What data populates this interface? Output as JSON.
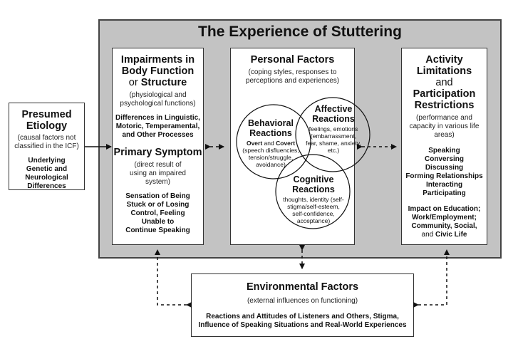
{
  "title": "The Experience of Stuttering",
  "etiology": {
    "heading_line1": "Presumed",
    "heading_line2": "Etiology",
    "note": "(causal factors not classified in the ICF)",
    "detail": "Underlying Genetic and Neurological Differences"
  },
  "impairments": {
    "heading_line1": "Impairments in",
    "heading_line2": "Body Function",
    "heading_or": "or",
    "heading_structure": "Structure",
    "note": "(physiological and psychological functions)",
    "detail": "Differences in Linguistic, Motoric, Temperamental, and Other Processes",
    "primary_heading": "Primary Symptom",
    "primary_note": "(direct result of using an impaired system)",
    "primary_detail": "Sensation of Being Stuck or of Losing Control, Feeling Unable to Continue Speaking"
  },
  "personal": {
    "heading": "Personal Factors",
    "note": "(coping styles, responses to perceptions and experiences)",
    "behavioral": {
      "heading_line1": "Behavioral",
      "heading_line2": "Reactions",
      "overt": "Overt",
      "and": "and",
      "covert": "Covert",
      "detail": "(speech disfluencies, tension/struggle, avoidance)"
    },
    "affective": {
      "heading_line1": "Affective",
      "heading_line2": "Reactions",
      "detail": "feelings, emotions (embarrassment, fear, shame, anxiety, etc.)"
    },
    "cognitive": {
      "heading_line1": "Cognitive",
      "heading_line2": "Reactions",
      "detail": "thoughts, identity (self-stigma/self-esteem, self-confidence, acceptance)"
    }
  },
  "activity": {
    "heading_line1": "Activity",
    "heading_line2": "Limitations",
    "heading_and": "and",
    "heading_line3": "Participation",
    "heading_line4": "Restrictions",
    "note": "(performance and capacity in various life areas)",
    "items": [
      "Speaking",
      "Conversing",
      "Discussing",
      "Forming Relationships",
      "Interacting",
      "Participating"
    ],
    "impact_line1": "Impact on Education;",
    "impact_line2": "Work/Employment;",
    "impact_line3": "Community, Social,",
    "impact_and": "and",
    "impact_civic": "Civic Life"
  },
  "environmental": {
    "heading": "Environmental Factors",
    "note": "(external influences on functioning)",
    "detail_line1": "Reactions and Attitudes of Listeners and Others, Stigma,",
    "detail_line2": "Influence of Speaking Situations and Real-World Experiences"
  }
}
